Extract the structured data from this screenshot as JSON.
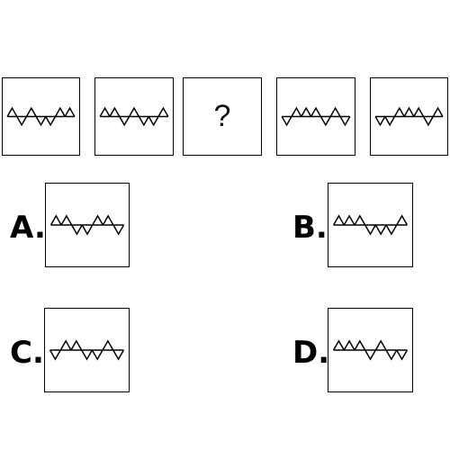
{
  "question_mark": "?",
  "pattern_order": [
    "up",
    "down"
  ],
  "sequence": [
    {
      "id": "1",
      "pattern": [
        "up",
        "down",
        "up",
        "down",
        "down",
        "up",
        "up"
      ]
    },
    {
      "id": "2",
      "pattern": [
        "up",
        "up",
        "down",
        "up",
        "down",
        "down",
        "up"
      ]
    },
    {
      "id": "3",
      "pattern": null
    },
    {
      "id": "4",
      "pattern": [
        "down",
        "up",
        "up",
        "up",
        "down",
        "up",
        "down"
      ]
    },
    {
      "id": "5",
      "pattern": [
        "down",
        "down",
        "up",
        "up",
        "up",
        "down",
        "up"
      ]
    }
  ],
  "options": [
    {
      "label": "A.",
      "pattern": [
        "up",
        "up",
        "down",
        "down",
        "up",
        "up",
        "down"
      ]
    },
    {
      "label": "B.",
      "pattern": [
        "up",
        "up",
        "up",
        "down",
        "down",
        "down",
        "up"
      ]
    },
    {
      "label": "C.",
      "pattern": [
        "down",
        "up",
        "up",
        "down",
        "down",
        "up",
        "down"
      ]
    },
    {
      "label": "D.",
      "pattern": [
        "up",
        "up",
        "up",
        "down",
        "up",
        "down",
        "down"
      ]
    }
  ]
}
